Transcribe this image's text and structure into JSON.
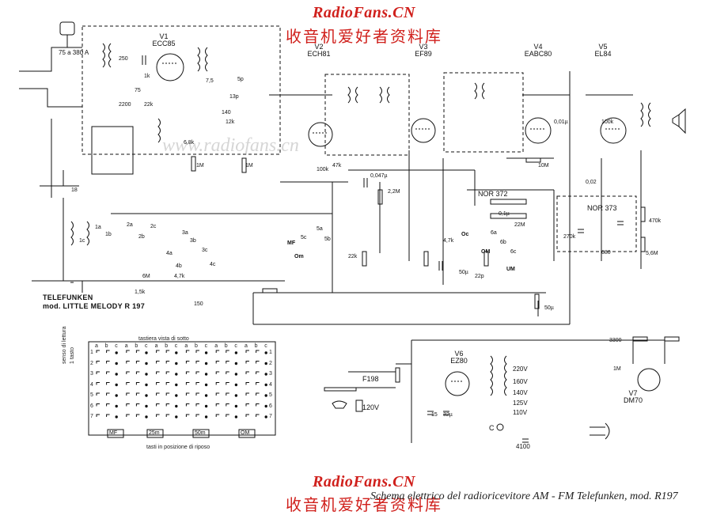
{
  "watermark": {
    "title": "RadioFans.CN",
    "subtitle": "收音机爱好者资料库",
    "faint": "www.radiofans.cn"
  },
  "caption": "Schema elettrico del radioricevitore AM - FM Telefunken, mod. R197",
  "brand": {
    "line1": "TELEFUNKEN",
    "line2": "mod. LITTLE MELODY R 197"
  },
  "mains": {
    "voltage": "75 a 380 A"
  },
  "tubes": [
    {
      "id": "V1",
      "type": "ECC85"
    },
    {
      "id": "V2",
      "type": "ECH81"
    },
    {
      "id": "V3",
      "type": "EF89"
    },
    {
      "id": "V4",
      "type": "EABC80"
    },
    {
      "id": "V5",
      "type": "EL84"
    },
    {
      "id": "V6",
      "type": "EZ80"
    },
    {
      "id": "V7",
      "type": "DM70"
    }
  ],
  "components": {
    "ratio_detector": "NOR 372",
    "tone_network": "NOR 373",
    "pickup": "F198",
    "pickup_voltage": "120V",
    "tap_voltages": [
      "220V",
      "160V",
      "140V",
      "125V",
      "110V"
    ],
    "fuse": "C",
    "rectifier_cap": "4100"
  },
  "values": [
    "250",
    "1k",
    "75",
    "7,5",
    "5p",
    "13p",
    "140",
    "12k",
    "2200",
    "22k",
    "6,8k",
    "1M",
    "1M",
    "18",
    "100k",
    "47k",
    "0,047µ",
    "2,2M",
    "22k",
    "10M",
    "0,01µ",
    "4,7k",
    "0,1µ",
    "22M",
    "270k",
    "100k",
    "50µ",
    "3300",
    "1M",
    "680",
    "470k",
    "5,6M",
    "6M",
    "4,7k",
    "1,5k",
    "150",
    "15",
    "32µ",
    "50µ",
    "22p",
    "0,02"
  ],
  "switches": {
    "bands": [
      "MF",
      "Om",
      "Oc",
      "OM",
      "UM"
    ],
    "labels": [
      "1a",
      "1b",
      "1c",
      "2a",
      "2b",
      "2c",
      "3a",
      "3b",
      "3c",
      "4a",
      "4b",
      "4c",
      "5a",
      "5b",
      "5c",
      "6a",
      "6b",
      "6c"
    ]
  },
  "keyboard": {
    "title": "tastiera vista di sotto",
    "side_label": "senso di lettura",
    "side_label2": "1 tasto",
    "columns": [
      "a",
      "b",
      "c",
      "a",
      "b",
      "c",
      "a",
      "b",
      "c",
      "a",
      "b",
      "c",
      "a",
      "b",
      "c",
      "a",
      "b",
      "c"
    ],
    "rows": [
      "1",
      "2",
      "3",
      "4",
      "5",
      "6",
      "7"
    ],
    "keys": [
      "MF",
      "25m",
      "50m",
      "OM"
    ],
    "footer": "tasti in posizione di riposo"
  }
}
